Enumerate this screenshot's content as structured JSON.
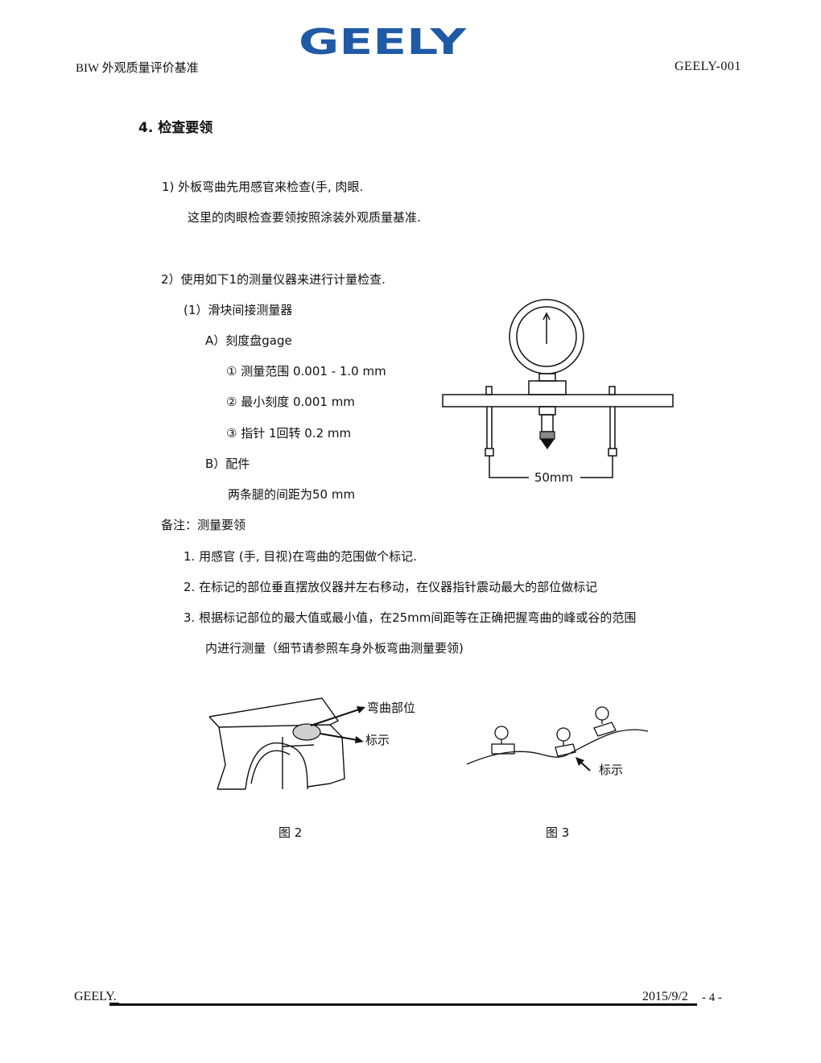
{
  "logo": {
    "text": "GEELY",
    "color": "#1f5aa6"
  },
  "header": {
    "left": "BIW 外观质量评价基准",
    "right": "GEELY-001"
  },
  "section": {
    "title": "4. 检查要领"
  },
  "lines": {
    "item1": "1) 外板弯曲先用感官来检查(手, 肉眼.",
    "item1_sub": "这里的肉眼检查要领按照涂装外观质量基准.",
    "item2": "2）使用如下1的测量仪器来进行计量检查.",
    "item2_1": "(1）滑块间接测量器",
    "itemA": "A）刻度盘gage",
    "spec1": "①  测量范围   0.001 - 1.0 mm",
    "spec2": "②  最小刻度   0.001 mm",
    "spec3": "③  指针  1回转   0.2 mm",
    "itemB": "B）配件",
    "itemB_sub": "两条腿的间距为50 mm",
    "note_title": "备注：测量要领",
    "note1": "1. 用感官 (手, 目视)在弯曲的范围做个标记.",
    "note2": "2. 在标记的部位垂直摆放仪器并左右移动，在仪器指针震动最大的部位做标记",
    "note3": "3. 根据标记部位的最大值或最小值，在25mm间距等在正确把握弯曲的峰或谷的范围",
    "note3_cont": "内进行测量（细节请参照车身外板弯曲测量要领)"
  },
  "gauge_diagram": {
    "dimension_label": "50mm"
  },
  "figure2": {
    "label_bend": "弯曲部位",
    "label_mark": "标示",
    "caption": "图 2"
  },
  "figure3": {
    "label_mark": "标示",
    "caption": "图 3"
  },
  "footer": {
    "left": "GEELY.",
    "date": "2015/9/2",
    "page": "- 4 -"
  }
}
